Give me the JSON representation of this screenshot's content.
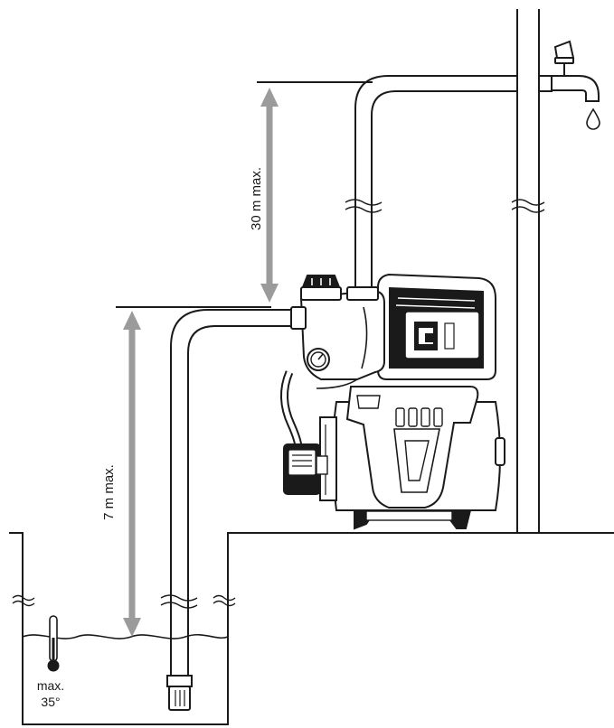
{
  "labels": {
    "max_height_delivery": "30 m max.",
    "max_suction_depth": "7 m max.",
    "max_temp_line1": "max.",
    "max_temp_line2": "35°"
  },
  "icons": [
    "tap-icon",
    "thermometer-icon",
    "water-drop-icon",
    "pump-icon"
  ],
  "colors": {
    "line": "#1a1a1a",
    "dimension_arrow": "#9b9b9b",
    "background": "#ffffff"
  }
}
